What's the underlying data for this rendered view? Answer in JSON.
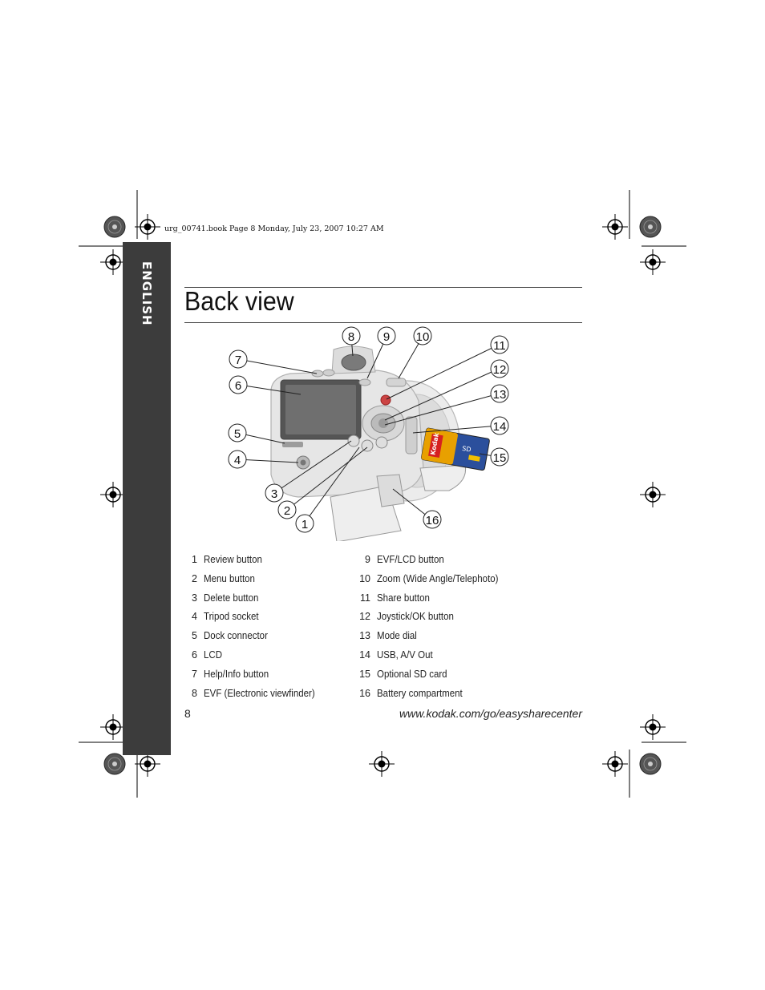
{
  "sidebar": {
    "label": "ENGLISH"
  },
  "header_note": "urg_00741.book  Page 8  Monday, July 23, 2007  10:27 AM",
  "page": {
    "title": "Back view",
    "number": "8",
    "url": "www.kodak.com/go/easysharecenter"
  },
  "figure": {
    "callouts": [
      "1",
      "2",
      "3",
      "4",
      "5",
      "6",
      "7",
      "8",
      "9",
      "10",
      "11",
      "12",
      "13",
      "14",
      "15",
      "16"
    ],
    "card_brand": "Kodak",
    "card_type": "SD"
  },
  "legend": {
    "left": [
      {
        "num": "1",
        "label": "Review button"
      },
      {
        "num": "2",
        "label": "Menu button"
      },
      {
        "num": "3",
        "label": "Delete button"
      },
      {
        "num": "4",
        "label": "Tripod socket"
      },
      {
        "num": "5",
        "label": "Dock connector"
      },
      {
        "num": "6",
        "label": "LCD"
      },
      {
        "num": "7",
        "label": "Help/Info button"
      },
      {
        "num": "8",
        "label": "EVF (Electronic viewfinder)"
      }
    ],
    "right": [
      {
        "num": "9",
        "label": "EVF/LCD button"
      },
      {
        "num": "10",
        "label": "Zoom (Wide Angle/Telephoto)"
      },
      {
        "num": "11",
        "label": "Share button"
      },
      {
        "num": "12",
        "label": "Joystick/OK button"
      },
      {
        "num": "13",
        "label": "Mode dial"
      },
      {
        "num": "14",
        "label": "USB, A/V Out"
      },
      {
        "num": "15",
        "label": "Optional SD card"
      },
      {
        "num": "16",
        "label": "Battery compartment"
      }
    ]
  }
}
